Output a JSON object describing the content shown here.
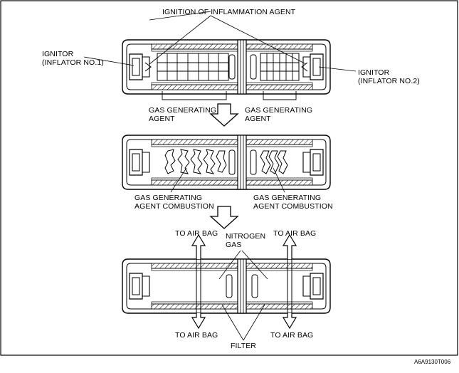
{
  "labels": {
    "ignition": "IGNITION OF INFLAMMATION AGENT",
    "ignitor1_line1": "IGNITOR",
    "ignitor1_line2": "(INFLATOR NO.1)",
    "ignitor2_line1": "IGNITOR",
    "ignitor2_line2": "(INFLATOR NO.2)",
    "gga_left_line1": "GAS GENERATING",
    "gga_left_line2": "AGENT",
    "gga_right_line1": "GAS GENERATING",
    "gga_right_line2": "AGENT",
    "comb_left_line1": "GAS GENERATING",
    "comb_left_line2": "AGENT COMBUSTION",
    "comb_right_line1": "GAS GENERATING",
    "comb_right_line2": "AGENT COMBUSTION",
    "to_air_bag_tl": "TO AIR BAG",
    "to_air_bag_tr": "TO AIR BAG",
    "to_air_bag_bl": "TO AIR BAG",
    "to_air_bag_br": "TO AIR BAG",
    "nitrogen_line1": "NITROGEN",
    "nitrogen_line2": "GAS",
    "filter": "FILTER",
    "ref_code": "A6A9130T006"
  }
}
